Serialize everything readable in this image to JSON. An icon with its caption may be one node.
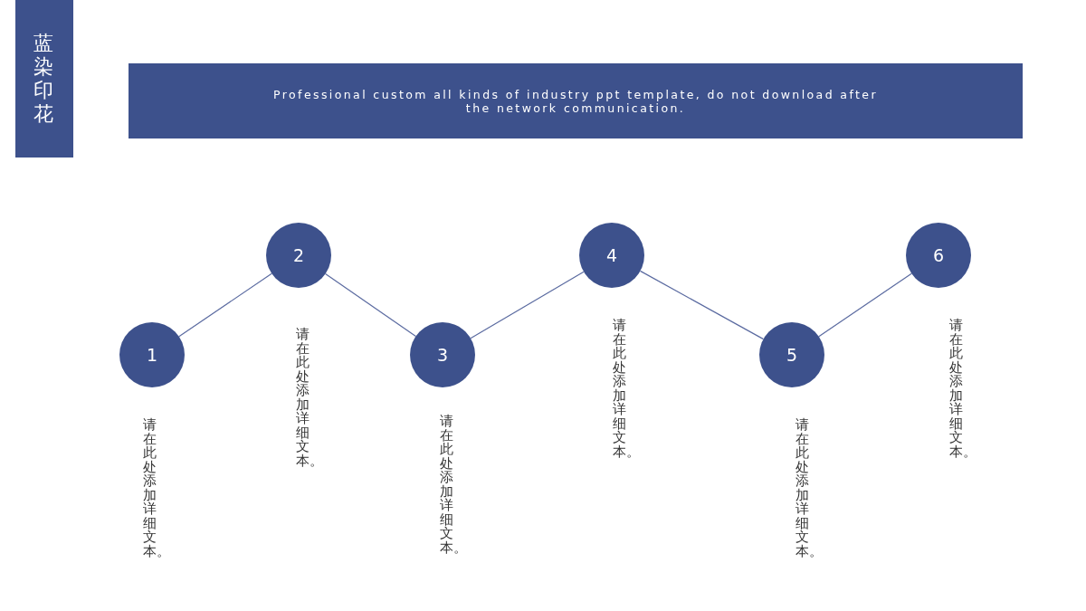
{
  "diagram": {
    "title": "蓝染印花",
    "nodes": [
      {
        "text": [
          "1"
        ],
        "beside": [
          "请在此处添加详细文本。"
        ]
      },
      {
        "text": [
          "2"
        ],
        "beside": [
          "请在此处添加详细文本。"
        ]
      },
      {
        "text": [
          "3"
        ],
        "beside": [
          "请在此处添加详细文本。"
        ]
      },
      {
        "text": [
          "4"
        ],
        "beside": [
          "请在此处添加详细文本。"
        ]
      },
      {
        "text": [
          "5"
        ],
        "beside": [
          "请在此处添加详细文本。"
        ]
      },
      {
        "text": [
          "6"
        ],
        "beside": [
          "请在此处添加详细文本。"
        ]
      }
    ],
    "edges": [
      {
        "from": 0,
        "to": 1,
        "arrow": "none"
      },
      {
        "from": 1,
        "to": 2,
        "arrow": "none"
      },
      {
        "from": 2,
        "to": 3,
        "arrow": "none"
      },
      {
        "from": 3,
        "to": 4,
        "arrow": "none"
      },
      {
        "from": 4,
        "to": 5,
        "arrow": "none"
      }
    ],
    "labels": [
      "Professional custom all kinds of industry ppt template, do not download after the network communication."
    ]
  }
}
